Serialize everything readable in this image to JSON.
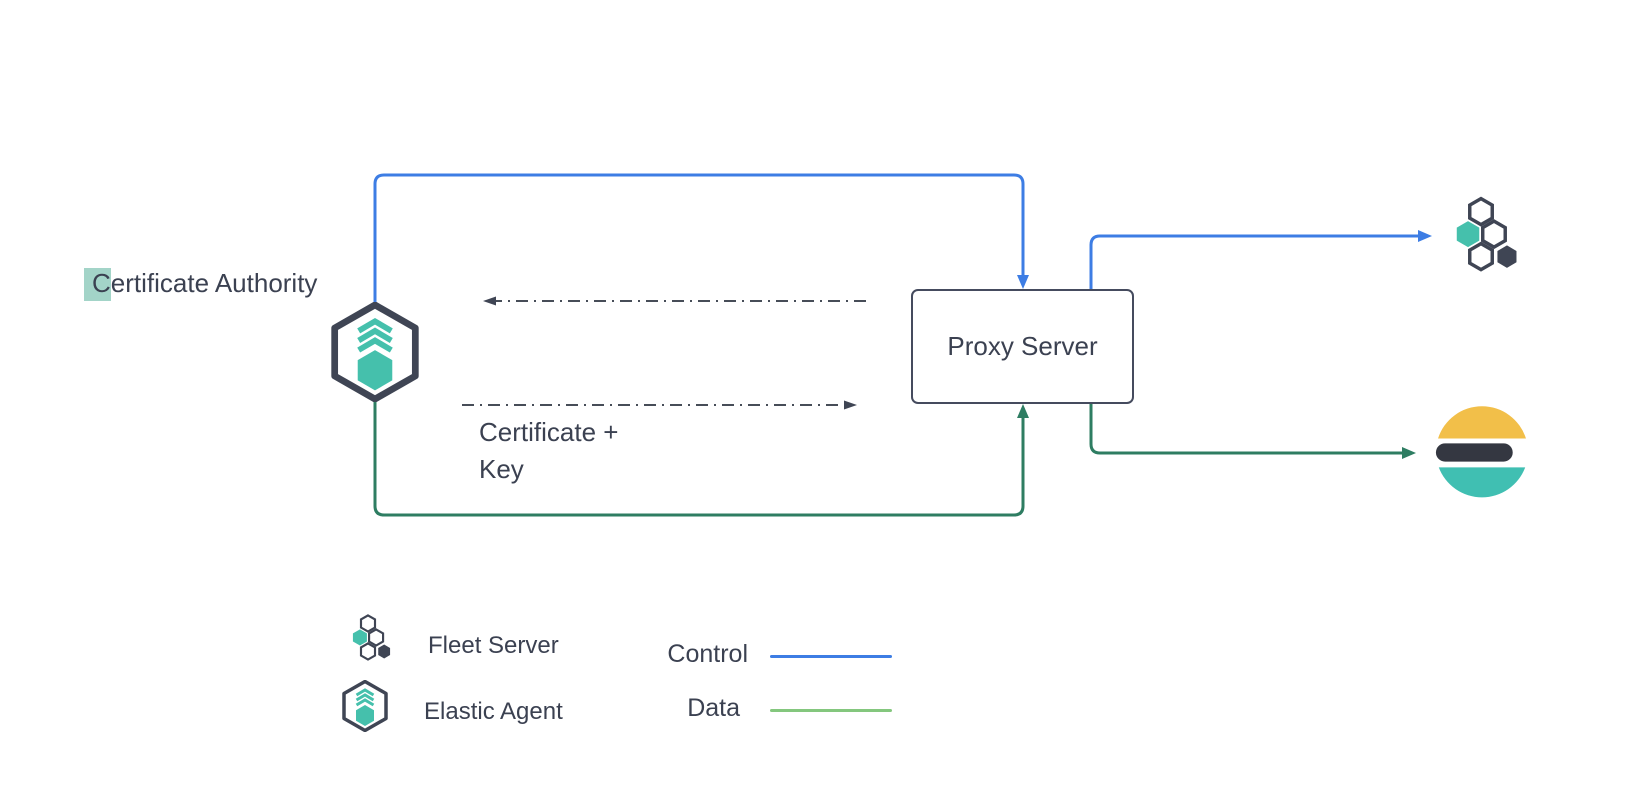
{
  "nodes": {
    "certificate_authority": "Certificate Authority",
    "proxy_server": "Proxy Server",
    "certificate_key": {
      "line1": "Certificate +",
      "line2": "Key"
    }
  },
  "legend": {
    "items": [
      {
        "icon": "fleet-server-icon",
        "label": "Fleet Server"
      },
      {
        "icon": "elastic-agent-icon",
        "label": "Elastic Agent"
      }
    ],
    "lines": [
      {
        "label": "Control",
        "color": "#3d7de4"
      },
      {
        "label": "Data",
        "color": "#84c77e"
      }
    ]
  },
  "colors": {
    "control_connector": "#3d7de4",
    "data_connector": "#2e7d62",
    "legend_data_line": "#84c77e",
    "dashed_connector": "#474d58",
    "elastic_teal": "#45c0ac",
    "dark_slate": "#3f4554",
    "highlight_teal": "#a3d4c8",
    "es_yellow": "#f2bf49",
    "es_dark": "#343741",
    "es_teal": "#40bfb2",
    "text": "#3b4151"
  }
}
